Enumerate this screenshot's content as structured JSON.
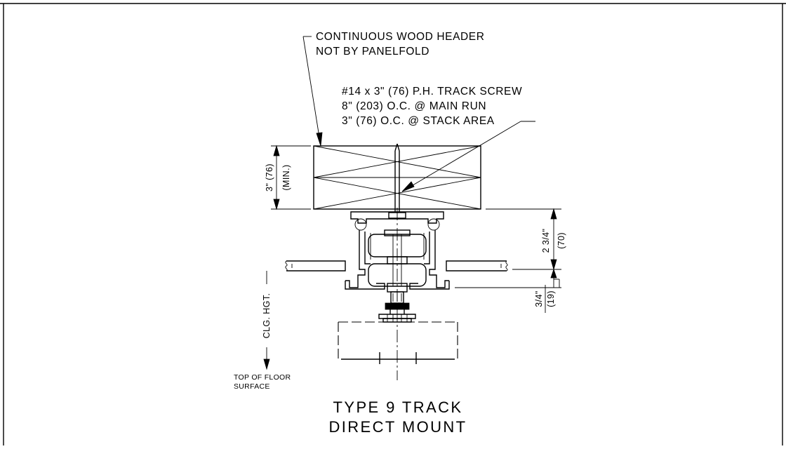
{
  "notes": {
    "header_line1": "CONTINUOUS WOOD HEADER",
    "header_line2": "NOT BY PANELFOLD",
    "screw_line1": "#14 x 3\" (76) P.H. TRACK SCREW",
    "screw_line2": "8\" (203) O.C. @ MAIN RUN",
    "screw_line3": "3\" (76) O.C. @ STACK AREA"
  },
  "dimensions": {
    "header_height": "3\" (76)",
    "header_height_qualifier": "(MIN.)",
    "track_height": "2 3/4\"",
    "track_height_metric": "(70)",
    "ceiling_offset": "3/4\"",
    "ceiling_offset_metric": "(19)"
  },
  "labels": {
    "ceiling_height": "CLG. HGT.",
    "floor_line1": "TOP OF FLOOR",
    "floor_line2": "SURFACE"
  },
  "title": {
    "line1": "TYPE 9 TRACK",
    "line2": "DIRECT MOUNT"
  }
}
